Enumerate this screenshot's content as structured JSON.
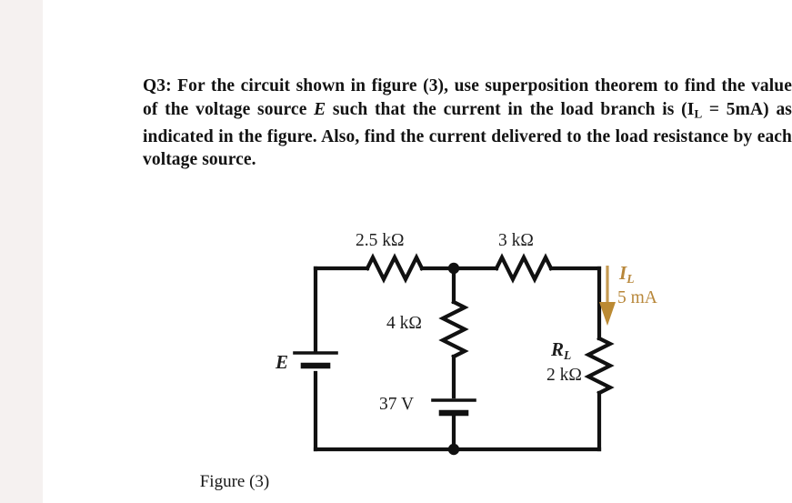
{
  "document": {
    "question_number": "Q3:",
    "question_text": "For the circuit shown in figure (3), use superposition theorem to find the value of the voltage source E such that the current in the load branch is (IL = 5mA) as indicated in the figure. Also, find the current delivered to the load resistance by each voltage source.",
    "question_segments": {
      "s1": "Q3: ",
      "s2": "For the circuit shown in figure (3), use superposition theorem to find the value of the voltage source ",
      "s3": "E",
      "s4": " such that the current in the load branch is (I",
      "s5": "L",
      "s6": " = 5mA) as indicated in the figure. Also, find the current delivered to the load resistance by each voltage source.",
      "figure_caption": "Figure (3)"
    }
  },
  "circuit": {
    "title": "Figure (3)",
    "labels": {
      "r1": "2.5 kΩ",
      "r2": "3 kΩ",
      "r3": "4 kΩ",
      "rl_name": "R",
      "rl_sub": "L",
      "rl_value": "2 kΩ",
      "source_e": "E",
      "source_37v": "37 V",
      "current_symbol": "I",
      "current_sub": "L",
      "current_value": "5 mA"
    },
    "components": [
      {
        "id": "R1",
        "type": "resistor",
        "value": "2.5 kΩ",
        "orientation": "horizontal",
        "position": "top-left"
      },
      {
        "id": "R2",
        "type": "resistor",
        "value": "3 kΩ",
        "orientation": "horizontal",
        "position": "top-right"
      },
      {
        "id": "R3",
        "type": "resistor",
        "value": "4 kΩ",
        "orientation": "vertical",
        "position": "middle-branch-upper"
      },
      {
        "id": "RL",
        "type": "resistor",
        "value": "2 kΩ",
        "orientation": "vertical",
        "position": "right-branch",
        "label": "RL"
      },
      {
        "id": "E",
        "type": "voltage-source",
        "value": "E",
        "orientation": "vertical",
        "position": "left-branch"
      },
      {
        "id": "V2",
        "type": "voltage-source",
        "value": "37 V",
        "orientation": "vertical",
        "position": "middle-branch-lower"
      }
    ],
    "current_arrow": {
      "label": "IL",
      "value": "5 mA",
      "direction": "down",
      "color": "#b8873a"
    },
    "colors": {
      "wire": "#111111",
      "text": "#1d1d1d",
      "current_annotation": "#b8873a",
      "page_background": "#ffffff",
      "margin_band": "#f5f1f0"
    }
  }
}
